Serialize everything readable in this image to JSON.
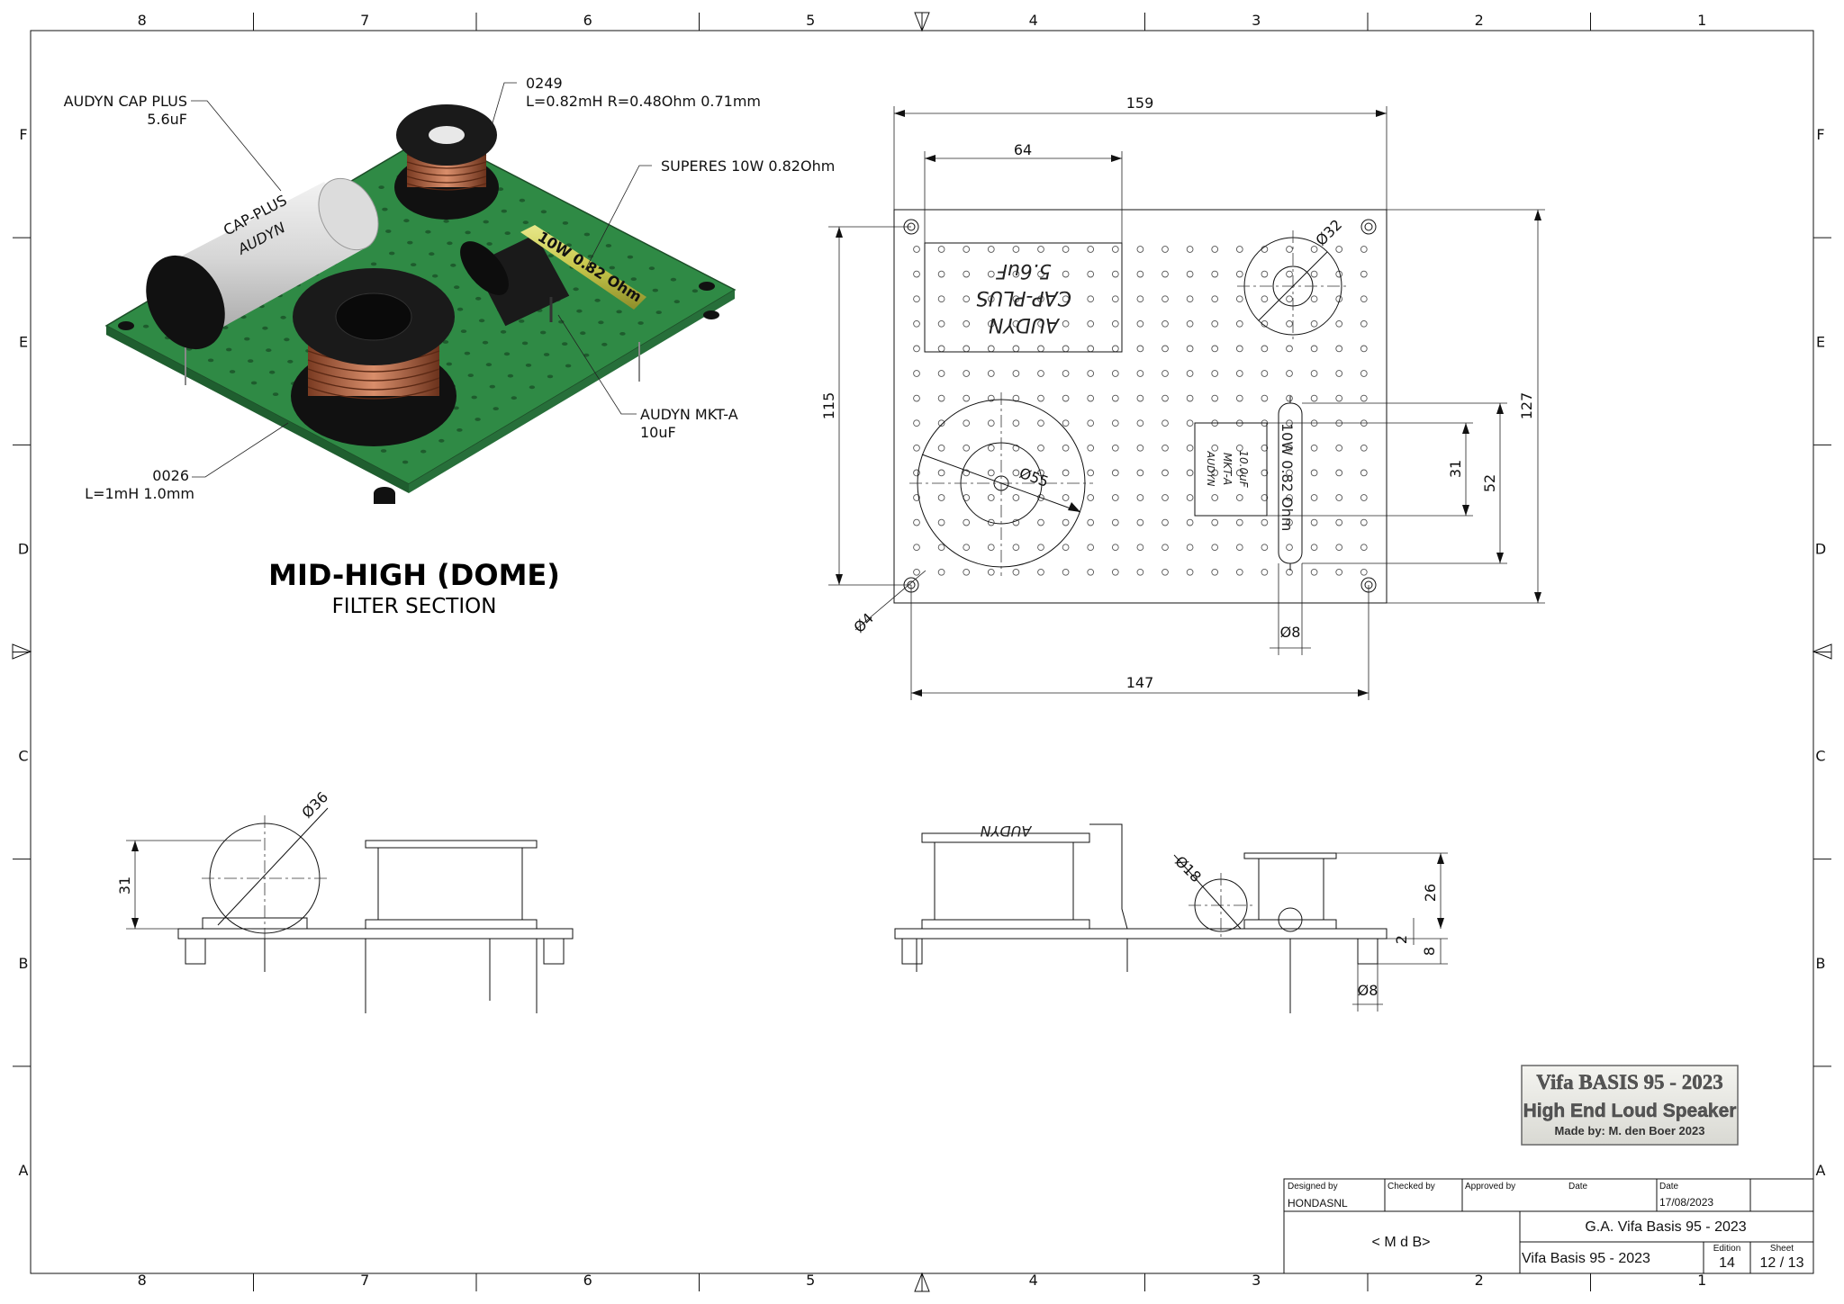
{
  "zones": {
    "columns": [
      "8",
      "7",
      "6",
      "5",
      "4",
      "3",
      "2",
      "1"
    ],
    "rows": [
      "F",
      "E",
      "D",
      "C",
      "B",
      "A"
    ]
  },
  "iso_view": {
    "capacitor_cap_plus": {
      "name": "AUDYN CAP PLUS",
      "value": "5.6uF"
    },
    "coil_0249": {
      "name": "0249",
      "spec": "L=0.82mH R=0.48Ohm 0.71mm"
    },
    "resistor": {
      "name": "SUPERES 10W 0.82Ohm"
    },
    "capacitor_mkt": {
      "name": "AUDYN MKT-A",
      "value": "10uF"
    },
    "coil_0026": {
      "name": "0026",
      "spec": "L=1mH 1.0mm"
    },
    "cap_print": [
      "AUDYN",
      "CAP-PLUS"
    ],
    "resistor_print": "10W 0.82 Ohm"
  },
  "section": {
    "title": "MID-HIGH (DOME)",
    "subtitle": "FILTER SECTION"
  },
  "top_view": {
    "dims": {
      "overall_width": "159",
      "cap_width": "64",
      "overall_height": "127",
      "hole_pitch_v": "115",
      "hole_pitch_h": "147",
      "coil_dia": "Ø55",
      "coil_small_dia": "Ø32",
      "hole_dia": "Ø4",
      "resistor_dia": "Ø8",
      "mkt_height": "31",
      "mkt_length": "52"
    },
    "cap_print": [
      "AUDYN",
      "CAP-PLUS",
      "5.6uF"
    ],
    "mkt_print": [
      "AUDYN",
      "MKT-A",
      "10.0uF"
    ],
    "resistor_print": "10W 0.82 Ohm"
  },
  "side_view_left": {
    "dims": {
      "coil_dia": "Ø36",
      "height": "31"
    }
  },
  "side_view_right": {
    "dims": {
      "coil_dia": "Ø18",
      "height": "26",
      "board": "2",
      "foot": "8",
      "foot_dia": "Ø8"
    },
    "cap_print": "AUDYN"
  },
  "logo": {
    "line1": "Vifa BASIS 95 - 2023",
    "line2": "High End Loud Speaker",
    "line3": "Made by: M. den Boer 2023"
  },
  "title_block": {
    "designed_by_label": "Designed by",
    "designed_by": "HONDASNL",
    "checked_by_label": "Checked by",
    "approved_by_label": "Approved by",
    "date_label_1": "Date",
    "date_label_2": "Date",
    "date": "17/08/2023",
    "initials": "< M d B>",
    "drawing_title": "G.A. Vifa Basis 95 - 2023",
    "project": "Vifa Basis 95 - 2023",
    "edition_label": "Edition",
    "edition": "14",
    "sheet_label": "Sheet",
    "sheet": "12 / 13"
  }
}
